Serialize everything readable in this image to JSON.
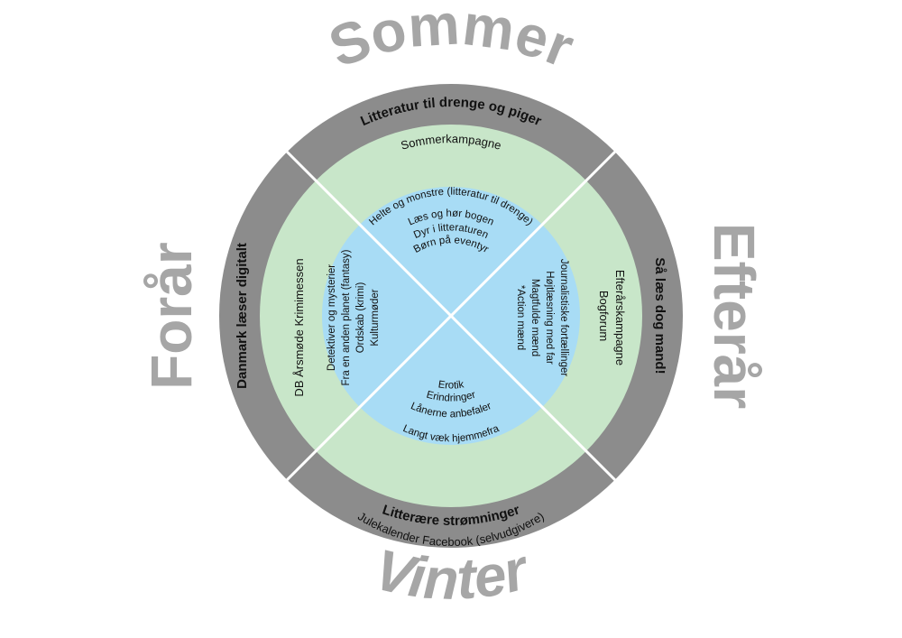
{
  "colors": {
    "outer_ring": "#8c8c8c",
    "middle_ring": "#c8e6c9",
    "inner_circle": "#a8dcf5",
    "divider": "#ffffff",
    "season_text": "#a6a6a6",
    "ring_text": "#111111"
  },
  "seasons": {
    "summer": "Sommer",
    "autumn": "Efterår",
    "winter": "Vinter",
    "spring": "Forår"
  },
  "outer_ring": {
    "summer": "Litteratur til drenge og piger",
    "autumn": "Så læs dog mand!",
    "winter": "Litterære strømninger",
    "spring": "Danmark læser digitalt"
  },
  "middle_ring": {
    "summer": [
      "Sommerkampagne"
    ],
    "autumn": [
      "Efterårskampagne",
      "Bogforum"
    ],
    "winter": [
      "Julekalender Facebook (selvudgivere)"
    ],
    "spring": [
      "DB Årsmøde Krimimessen"
    ]
  },
  "inner_circle": {
    "summer": [
      "Helte og monstre (litteratur til drenge)",
      "Læs og hør bogen",
      "Dyr i litteraturen",
      "Børn på eventyr"
    ],
    "autumn": [
      "Journalistiske fortællinger",
      "Højtlæsning med far",
      "Magtfulde mænd",
      "*Action mænd"
    ],
    "winter": [
      "Erotik",
      "Erindringer",
      "Lånerne anbefaler",
      "Langt væk hjemmefra"
    ],
    "spring": [
      "Detektiver og mysterier",
      "Fra en anden planet (fantasy)",
      "Ordskab (krimi)",
      "Kulturmøder"
    ]
  }
}
